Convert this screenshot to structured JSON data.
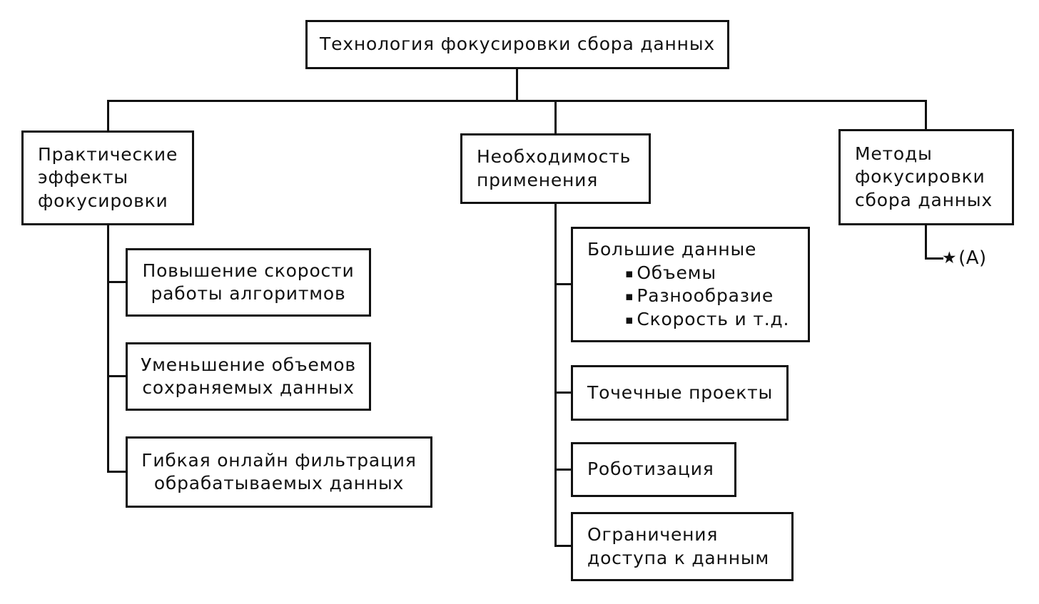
{
  "diagram": {
    "colors": {
      "line": "#111111",
      "text": "#111111",
      "background": "#ffffff"
    },
    "root": {
      "label": "Технология фокусировки сбора данных"
    },
    "branches": [
      {
        "label": "Практические\nэффекты\nфокусировки",
        "children": [
          {
            "label": "Повышение скорости\nработы алгоритмов"
          },
          {
            "label": "Уменьшение объемов\nсохраняемых данных"
          },
          {
            "label": "Гибкая онлайн фильтрация\nобрабатываемых данных"
          }
        ]
      },
      {
        "label": "Необходимость\nприменения",
        "children": [
          {
            "label": "Большие данные",
            "bullets": [
              "Объемы",
              "Разнообразие",
              "Скорость и т.д."
            ]
          },
          {
            "label": "Точечные проекты"
          },
          {
            "label": "Роботизация"
          },
          {
            "label": "Ограничения\nдоступа к данным"
          }
        ]
      },
      {
        "label": "Методы\nфокусировки\nсбора данных",
        "annotation": {
          "star": "★",
          "text": "(A)"
        }
      }
    ],
    "icons": {
      "bullet": "▪"
    }
  }
}
